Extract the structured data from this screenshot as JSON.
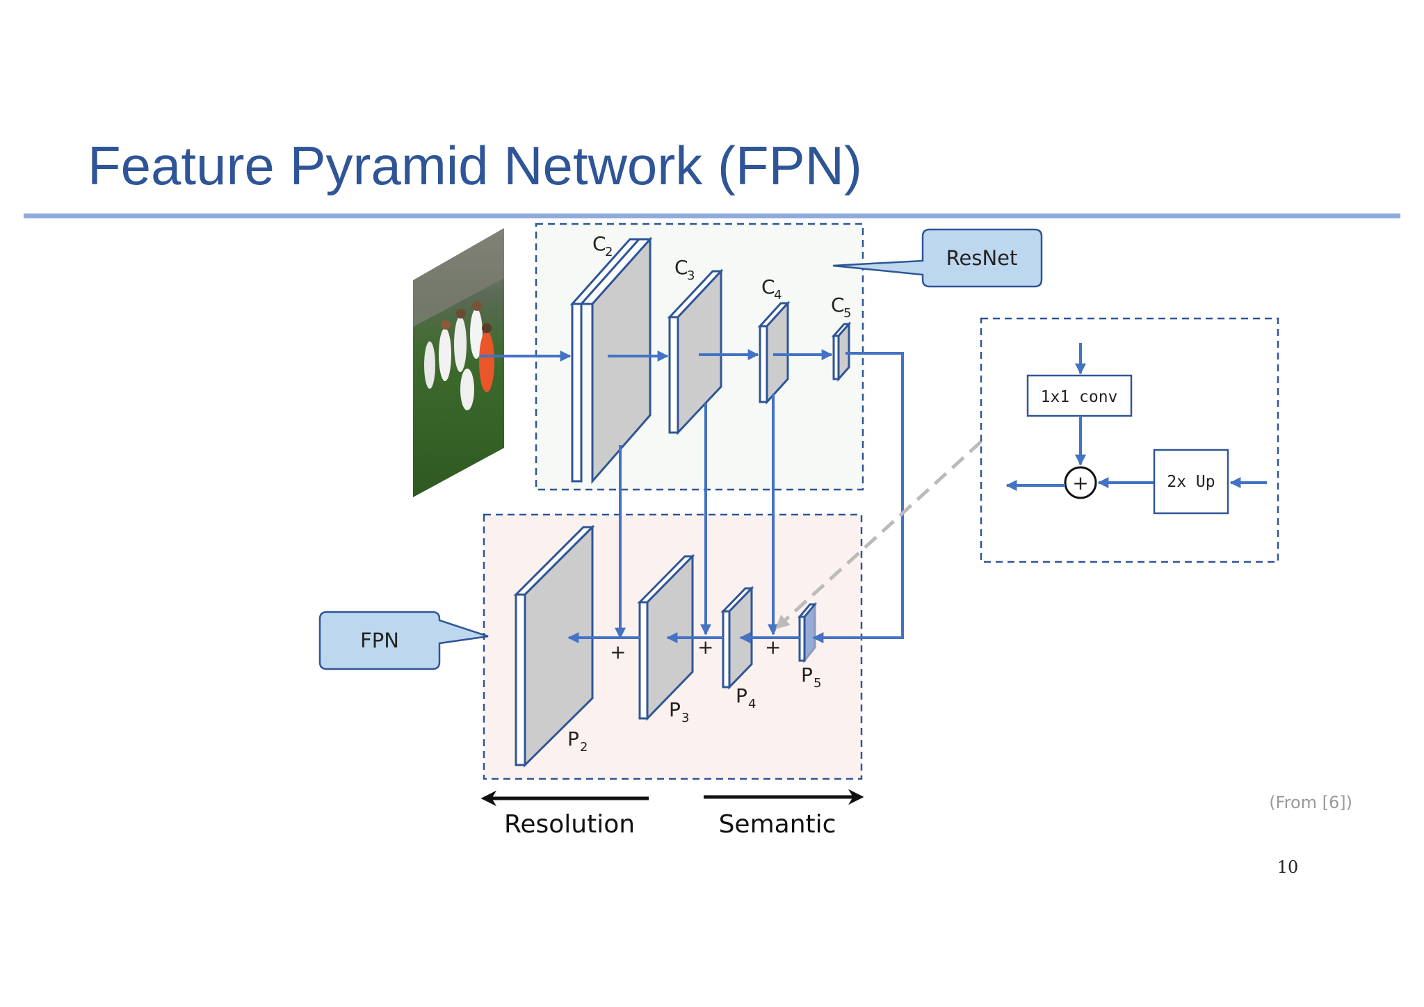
{
  "slide": {
    "title": "Feature Pyramid Network (FPN)",
    "source_note": "(From [6])",
    "page_number": "10"
  },
  "diagram": {
    "backbone_labels": [
      {
        "main": "C",
        "sub": "2"
      },
      {
        "main": "C",
        "sub": "3"
      },
      {
        "main": "C",
        "sub": "4"
      },
      {
        "main": "C",
        "sub": "5"
      }
    ],
    "pyramid_labels": [
      {
        "main": "P",
        "sub": "2"
      },
      {
        "main": "P",
        "sub": "3"
      },
      {
        "main": "P",
        "sub": "4"
      },
      {
        "main": "P",
        "sub": "5"
      }
    ],
    "plus_sign": "+",
    "resnet_callout": "ResNet",
    "fpn_callout": "FPN",
    "detail": {
      "conv_label": "1x1 conv",
      "upsample_label": "2x Up",
      "sum_symbol": "+"
    },
    "resolution_label": "Resolution",
    "semantic_label": "Semantic"
  },
  "colors": {
    "title": "#2f5597",
    "rule": "#8faadc",
    "arrow": "#4472c4",
    "callout_fill": "#bdd7ee",
    "callout_border": "#2f5597",
    "backbone_bg": "#f6f9f6",
    "fpn_bg": "#fbf1ee",
    "block_face": "#cccccc"
  }
}
